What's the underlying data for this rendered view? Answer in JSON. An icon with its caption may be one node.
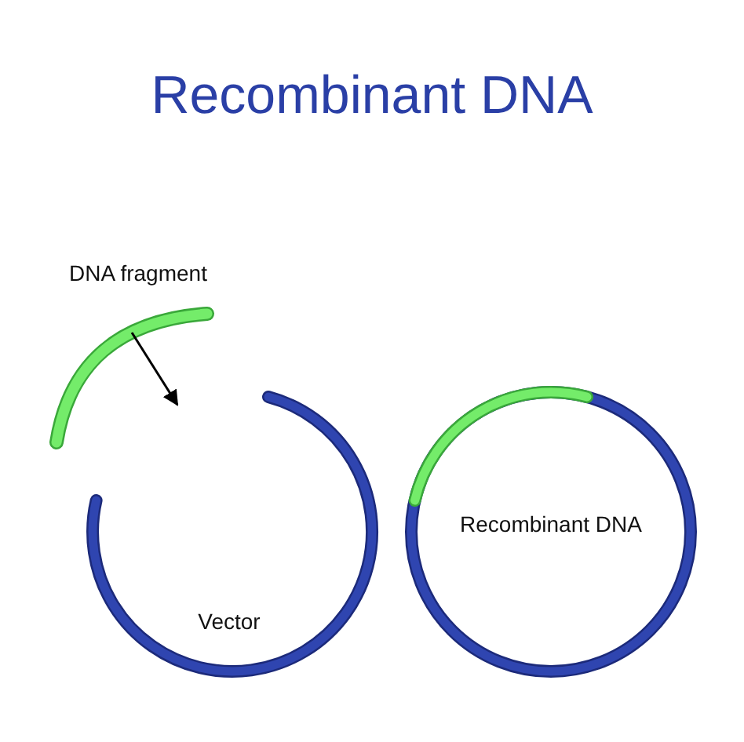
{
  "diagram": {
    "title": "Recombinant DNA",
    "nodes": [
      {
        "text": [
          "DNA fragment"
        ]
      },
      {
        "text": [
          "Vector"
        ]
      },
      {
        "text": [
          "Recombinant DNA"
        ]
      }
    ],
    "edges": [
      {
        "from": 0,
        "to": 1,
        "arrow": "to"
      }
    ]
  }
}
